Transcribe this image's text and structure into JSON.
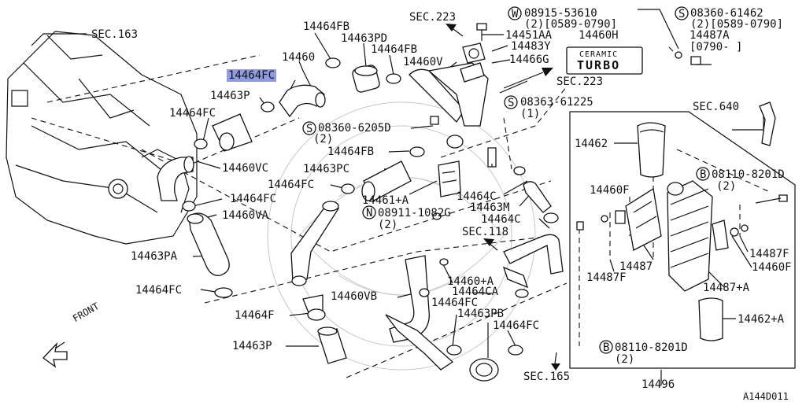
{
  "diagram": {
    "labels": {
      "sec163": "SEC.163",
      "sec223_top": "SEC.223",
      "sec223_right": "SEC.223",
      "sec640": "SEC.640",
      "sec118": "SEC.118",
      "sec165": "SEC.165",
      "p14464fb_a": "14464FB",
      "p14463pd": "14463PD",
      "p14464fb_b": "14464FB",
      "p14460": "14460",
      "p14464fc_hl": "14464FC",
      "p14463p_a": "14463P",
      "p14464fc_a": "14464FC",
      "p14460vc": "14460VC",
      "p14464fc_b": "14464FC",
      "p14460va": "14460VA",
      "p14463pa": "14463PA",
      "p14464fc_c": "14464FC",
      "p14464f": "14464F",
      "p14463p_b": "14463P",
      "p14451aa": "14451AA",
      "p14483y": "14483Y",
      "p14460v": "14460V",
      "p14466g": "14466G",
      "p14460h": "14460H",
      "p14487a": "14487A",
      "p14487a_date": "[0790-      ]",
      "bolt_w08915": "08915-53610",
      "bolt_w08915_qty": "(2)[0589-0790]",
      "bolt_s08360_61462": "08360-61462",
      "bolt_s08360_61462_qty": "(2)[0589-0790]",
      "bolt_s08363": "08363-61225",
      "bolt_s08363_qty": "(1)",
      "bolt_s08360_6205d": "08360-6205D",
      "bolt_s08360_6205d_qty": "(2)",
      "p14464fb_c": "14464FB",
      "p14463pc": "14463PC",
      "p14464fc_d": "14464FC",
      "p14461a": "14461+A",
      "p14464c_a": "14464C",
      "p14463m": "14463M",
      "p14464c_b": "14464C",
      "nut_n08911": "08911-1082G",
      "nut_n08911_qty": "(2)",
      "p14460a": "14460+A",
      "p14464ca": "14464CA",
      "p14460vb": "14460VB",
      "p14464fc_e": "14464FC",
      "p14463pb": "14463PB",
      "p14464fc_f": "14464FC",
      "p14462": "14462",
      "p14460f_a": "14460F",
      "p14487": "14487",
      "p14487f_a": "14487F",
      "p14487f_b": "14487F",
      "p14460f_b": "14460F",
      "p14487plus": "14487+A",
      "p14462plus": "14462+A",
      "bolt_b08110_a": "08110-8201D",
      "bolt_b08110_a_qty": "(2)",
      "bolt_b08110_b": "08110-8201D",
      "bolt_b08110_b_qty": "(2)",
      "p14496": "14496",
      "front": "FRONT",
      "figure_code": "A144D011",
      "badge_text_top": "CERAMIC",
      "badge_text_bottom": "TURBO",
      "prefix_w": "W",
      "prefix_s": "S",
      "prefix_n": "N",
      "prefix_b": "B"
    }
  }
}
